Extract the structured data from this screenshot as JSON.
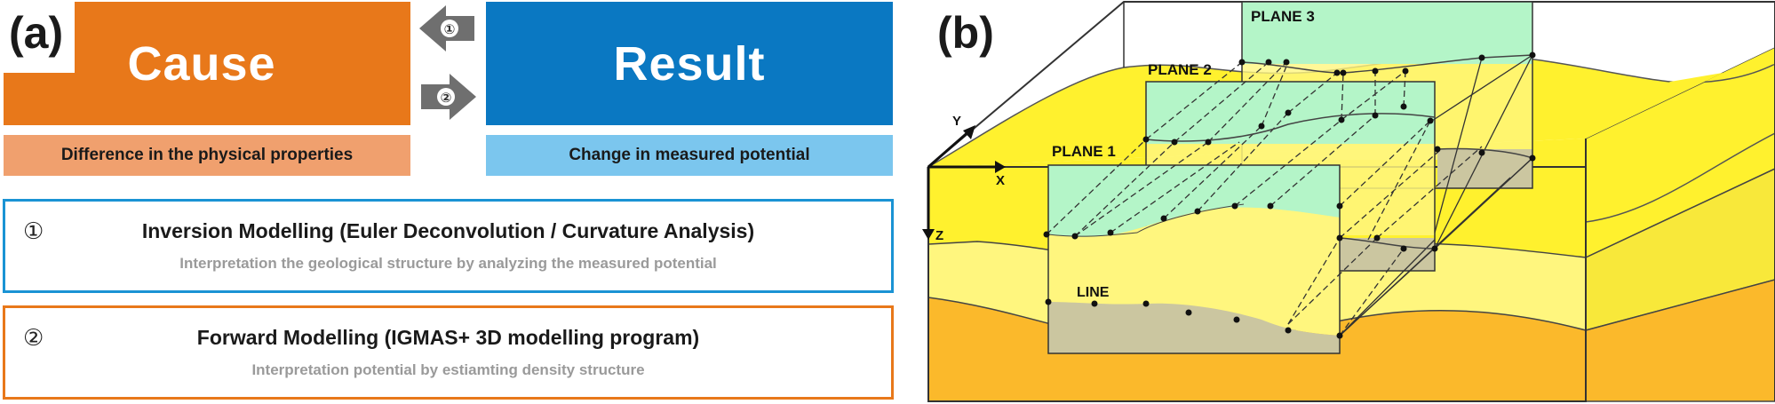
{
  "panel_a": {
    "label": "(a)",
    "cause": {
      "title": "Cause",
      "subtitle": "Difference in the physical properties"
    },
    "result": {
      "title": "Result",
      "subtitle": "Change in measured potential"
    },
    "arrow_1": "①",
    "arrow_2": "②",
    "methods": [
      {
        "num": "①",
        "title": "Inversion  Modelling (Euler Deconvolution / Curvature Analysis)",
        "desc": "Interpretation the geological structure by analyzing the measured potential"
      },
      {
        "num": "②",
        "title": "Forward  Modelling (IGMAS+ 3D modelling program)",
        "desc": "Interpretation potential by estiamting density structure"
      }
    ],
    "colors": {
      "orange": "#E8781A",
      "orange_light": "#F0A06E",
      "blue": "#0A78C2",
      "blue_light": "#7BC6EE",
      "arrow_gray": "#6f6f6f"
    }
  },
  "panel_b": {
    "label": "(b)",
    "planes": [
      "PLANE 1",
      "PLANE 2",
      "PLANE 3"
    ],
    "line_label": "LINE",
    "axes": {
      "x": "X",
      "y": "Y",
      "z": "Z"
    },
    "colors": {
      "yellow": "#FFF12E",
      "orange": "#FBB92B",
      "green": "#B4F5C8",
      "olive": "#CBC6A0",
      "pale_yellow": "#FFF67E"
    }
  }
}
